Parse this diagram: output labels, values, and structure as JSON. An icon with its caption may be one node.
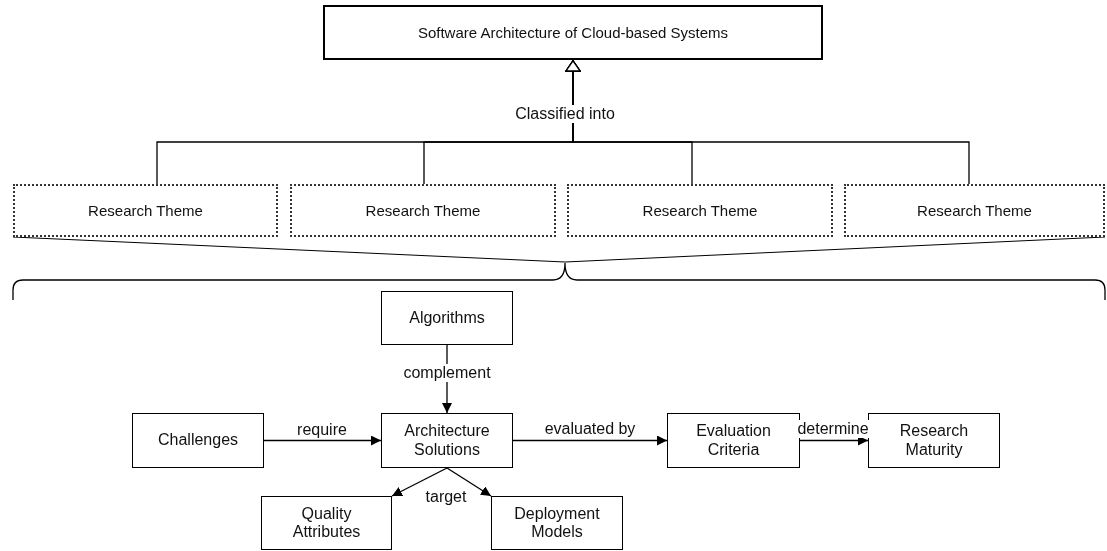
{
  "diagram": {
    "nodes": [
      {
        "text": [
          "Software Architecture of Cloud-based Systems"
        ]
      },
      {
        "text": [
          "Research Theme"
        ]
      },
      {
        "text": [
          "Research Theme"
        ]
      },
      {
        "text": [
          "Research Theme"
        ]
      },
      {
        "text": [
          "Research Theme"
        ]
      },
      {
        "text": [
          "Algorithms"
        ]
      },
      {
        "text": [
          "Challenges"
        ]
      },
      {
        "text": [
          "Architecture Solutions"
        ]
      },
      {
        "text": [
          "Evaluation Criteria"
        ]
      },
      {
        "text": [
          "Research Maturity"
        ]
      },
      {
        "text": [
          "Quality Attributes"
        ]
      },
      {
        "text": [
          "Deployment Models"
        ]
      }
    ],
    "edges": [
      {
        "from": 1,
        "to": 0,
        "arrow": "to",
        "label": "Classified into"
      },
      {
        "from": 2,
        "to": 0,
        "arrow": "to"
      },
      {
        "from": 3,
        "to": 0,
        "arrow": "to"
      },
      {
        "from": 4,
        "to": 0,
        "arrow": "to"
      },
      {
        "from": 5,
        "to": 7,
        "arrow": "to",
        "label": "complement"
      },
      {
        "from": 6,
        "to": 7,
        "arrow": "to",
        "label": "require"
      },
      {
        "from": 7,
        "to": 8,
        "arrow": "to",
        "label": "evaluated by"
      },
      {
        "from": 8,
        "to": 9,
        "arrow": "to",
        "label": "determine"
      },
      {
        "from": 7,
        "to": 10,
        "arrow": "to",
        "label": "target"
      },
      {
        "from": 7,
        "to": 11,
        "arrow": "to"
      }
    ]
  }
}
